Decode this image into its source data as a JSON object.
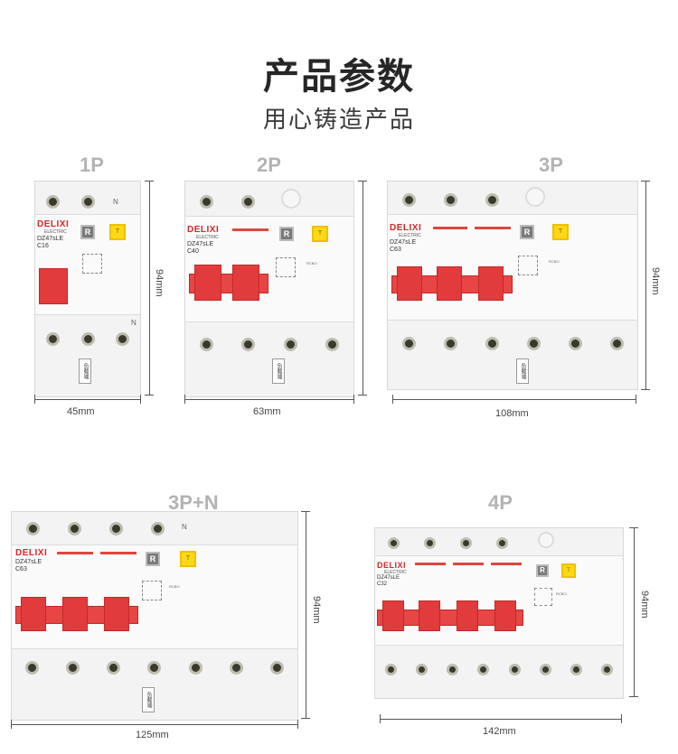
{
  "header": {
    "title": "产品参数",
    "subtitle": "用心铸造产品"
  },
  "common": {
    "brand": "DELIXI",
    "brand_sub": "ELECTRIC",
    "reset_letter": "R",
    "test_letter": "T",
    "neutral": "N",
    "load_side": "负载端",
    "height": "94mm",
    "rcbo": "RCBO"
  },
  "products": [
    {
      "poles": "1P",
      "model": "DZ47sLE",
      "rating": "C16",
      "width": "45mm"
    },
    {
      "poles": "2P",
      "model": "DZ47sLE",
      "rating": "C40",
      "width": "63mm"
    },
    {
      "poles": "3P",
      "model": "DZ47sLE",
      "rating": "C63",
      "width": "108mm"
    },
    {
      "poles": "3P+N",
      "model": "DZ47sLE",
      "rating": "C63",
      "width": "125mm"
    },
    {
      "poles": "4P",
      "model": "DZ47sLE",
      "rating": "C32",
      "width": "142mm"
    }
  ],
  "colors": {
    "accent_red": "#e23b3b",
    "brand_red": "#d8262a",
    "test_yellow": "#ffd915",
    "label_gray": "#b3b3b3"
  }
}
